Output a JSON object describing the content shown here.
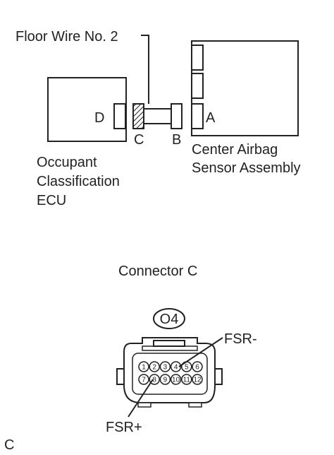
{
  "labels": {
    "floor_wire": "Floor Wire No. 2",
    "center_airbag": [
      "Center Airbag",
      "Sensor Assembly"
    ],
    "occupant_ecu": [
      "Occupant",
      "Classification",
      "ECU"
    ],
    "conn_a": "A",
    "conn_b": "B",
    "conn_c": "C",
    "conn_d": "D",
    "connector_title": "Connector C",
    "connector_code": "O4",
    "fsr_minus": "FSR-",
    "fsr_plus": "FSR+",
    "corner_mark": "C"
  },
  "connector_pins": {
    "top_row": [
      "1",
      "2",
      "3",
      "4",
      "5",
      "6"
    ],
    "bottom_row": [
      "7",
      "8",
      "9",
      "10",
      "11",
      "12"
    ]
  }
}
